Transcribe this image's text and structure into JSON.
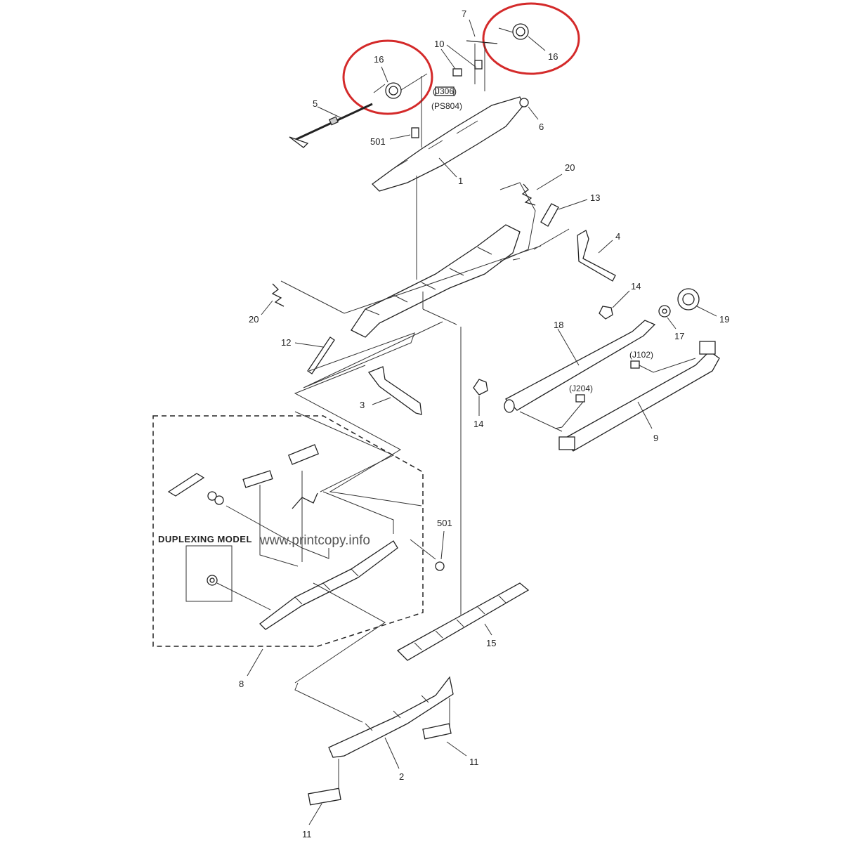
{
  "diagram": {
    "callouts": {
      "c1": "1",
      "c2": "2",
      "c3": "3",
      "c4": "4",
      "c5": "5",
      "c6": "6",
      "c7": "7",
      "c8": "8",
      "c9": "9",
      "c10": "10",
      "c11a": "11",
      "c11b": "11",
      "c12": "12",
      "c13": "13",
      "c14a": "14",
      "c14b": "14",
      "c15": "15",
      "c16a": "16",
      "c16b": "16",
      "c17": "17",
      "c18": "18",
      "c19": "19",
      "c20a": "20",
      "c20b": "20",
      "c501a": "501",
      "c501b": "501"
    },
    "connectors": {
      "j306": "(J306)",
      "ps804": "(PS804)",
      "j102": "(J102)",
      "j204": "(J204)"
    },
    "duplexing_label": "DUPLEXING MODEL",
    "watermark": "www.printcopy.info",
    "highlight_color": "#d42a2a",
    "line_color": "#333333"
  }
}
